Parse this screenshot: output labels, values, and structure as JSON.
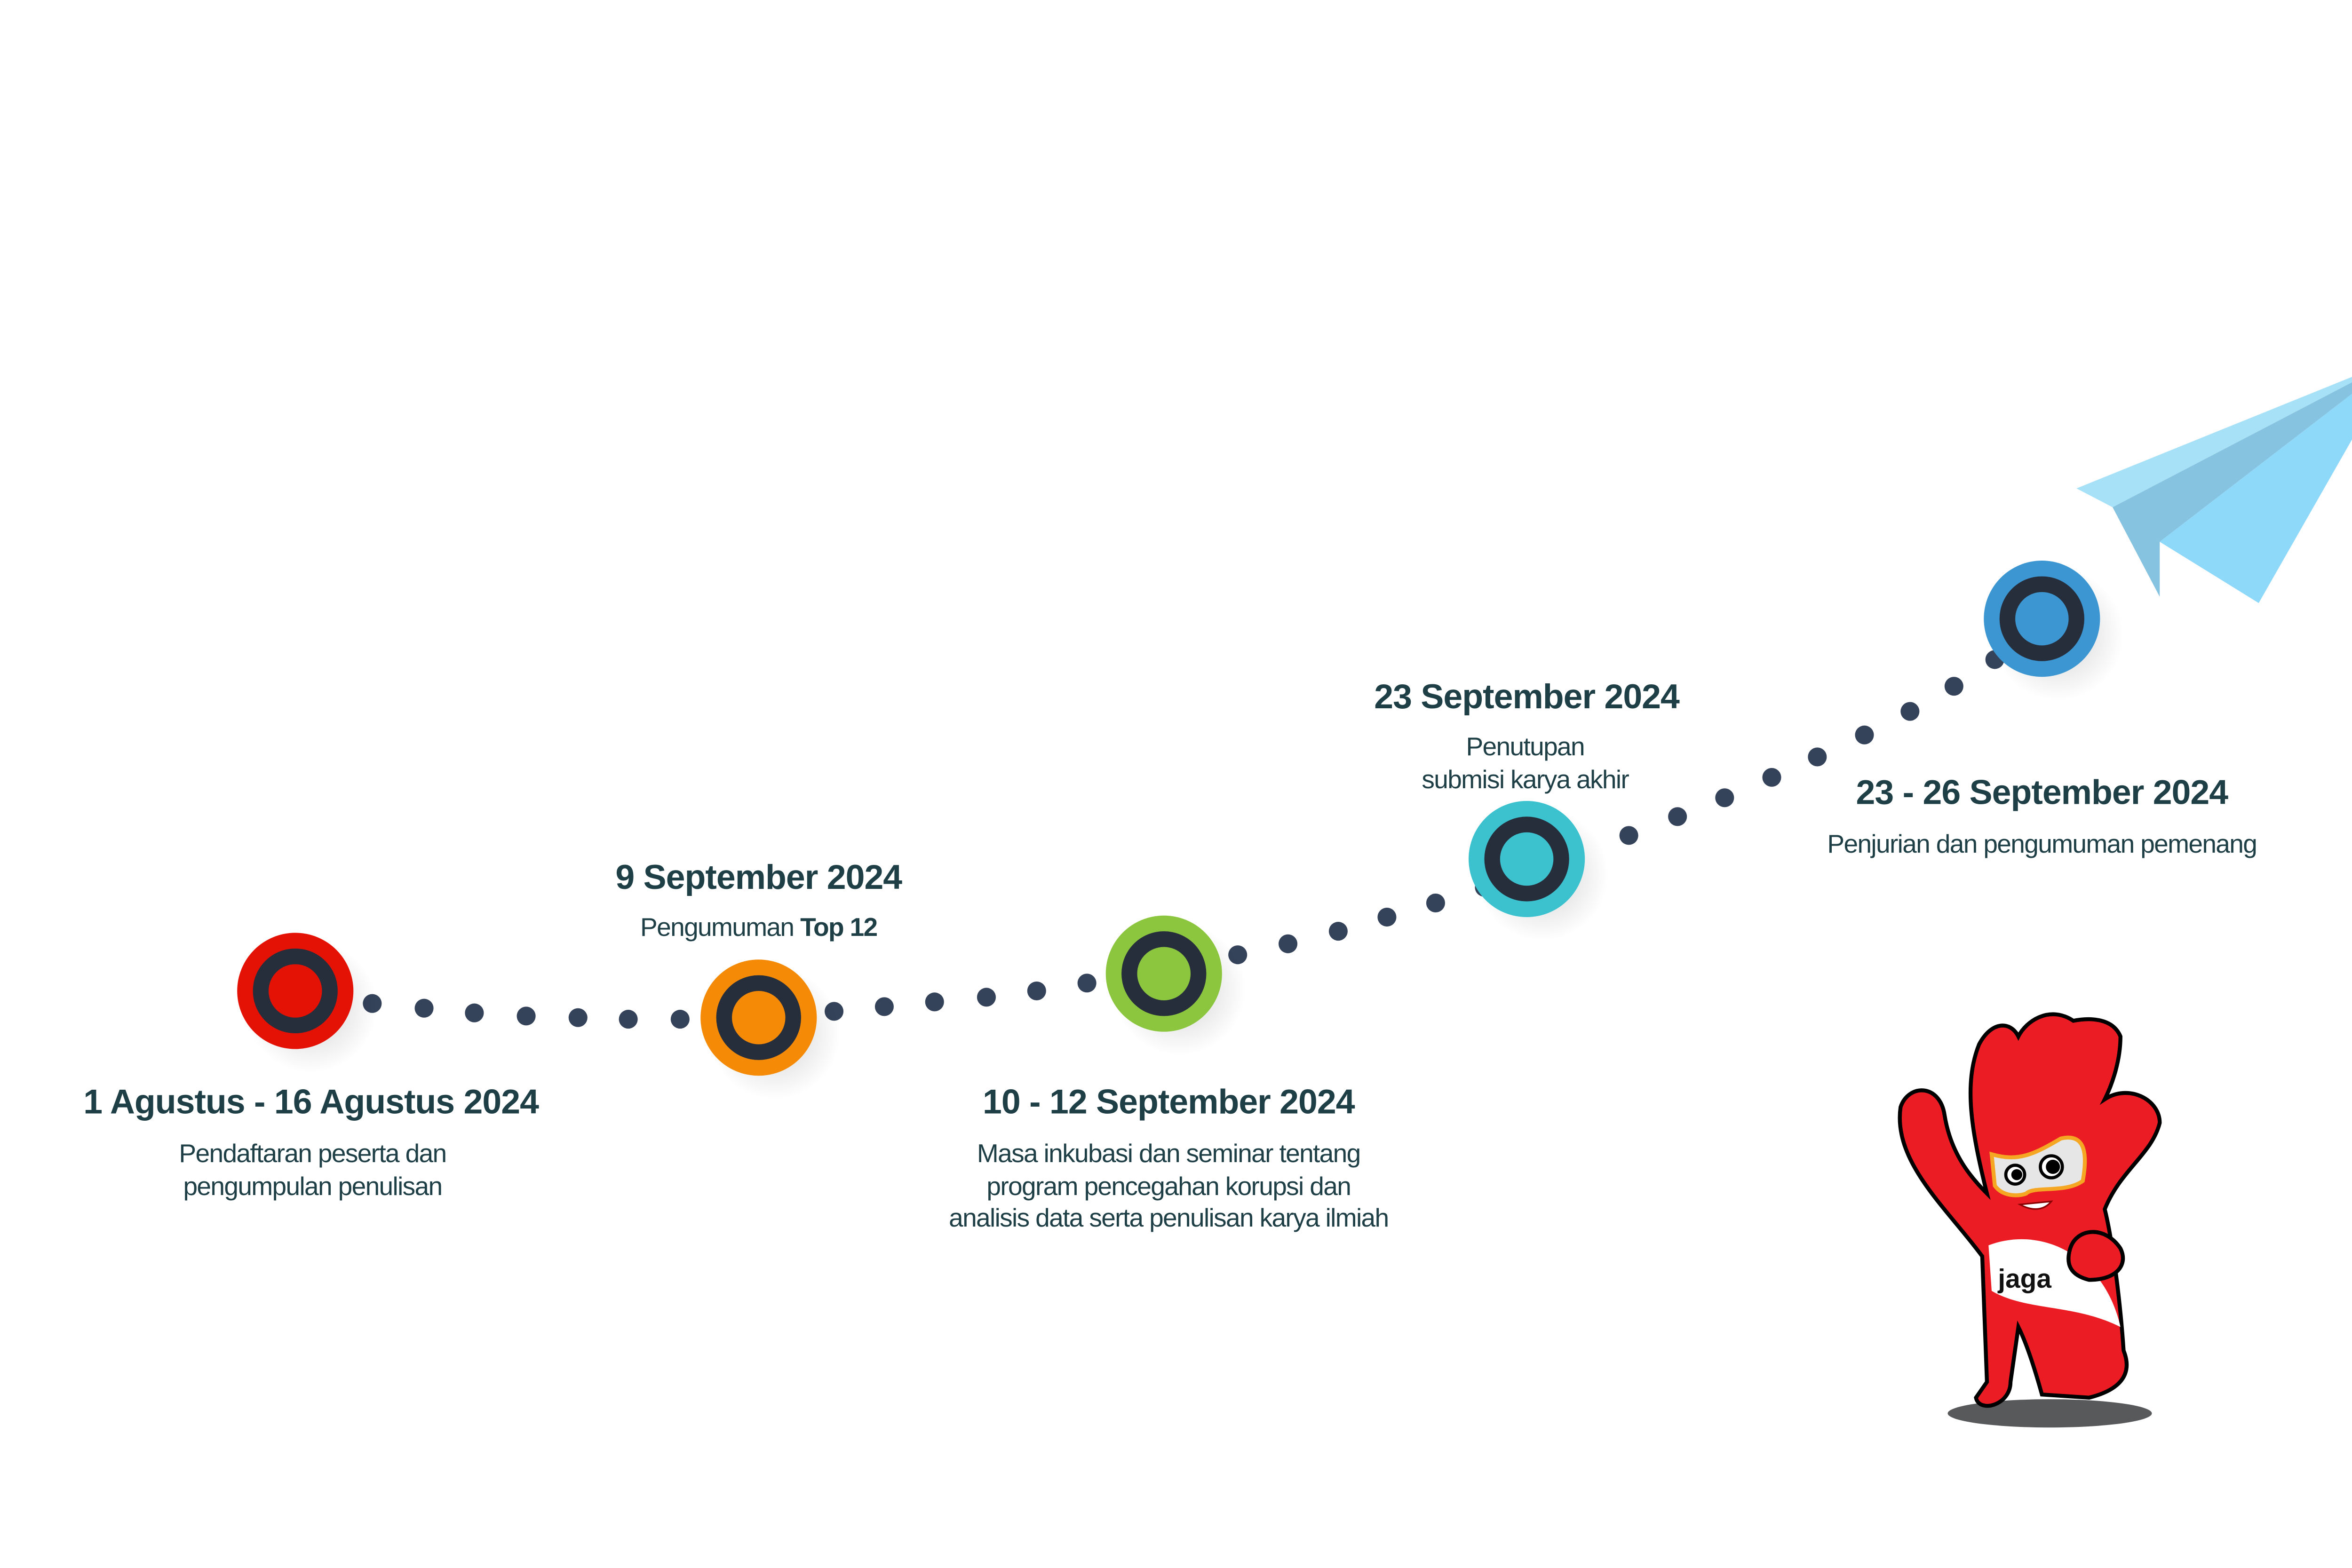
{
  "milestones": [
    {
      "date": "1  Agustus - 16 Agustus 2024",
      "lines": [
        "Pendaftaran peserta dan",
        "pengumpulan penulisan"
      ],
      "color": "#e41205"
    },
    {
      "date": "9 September 2024",
      "text": "Pengumuman ",
      "bold": "Top 12",
      "color": "#f48a05"
    },
    {
      "date": "10 - 12 September 2024",
      "lines": [
        "Masa inkubasi dan seminar tentang",
        "program pencegahan korupsi dan",
        "analisis data serta penulisan karya ilmiah"
      ],
      "color": "#8cc63f"
    },
    {
      "date": "23 September 2024",
      "lines": [
        "Penutupan",
        "submisi karya akhir"
      ],
      "color": "#3cc2cf"
    },
    {
      "date": "23 - 26 September 2024",
      "lines": [
        "Penjurian dan pengumuman pemenang"
      ],
      "color": "#3b96d2"
    }
  ],
  "colors": {
    "text": "#1f3f47",
    "dots": "#34425a",
    "ring": "#262d3b",
    "plane": "#8ed8fa",
    "mascot": "#ec1c24"
  },
  "mascot": {
    "logo_text": "jaga"
  }
}
